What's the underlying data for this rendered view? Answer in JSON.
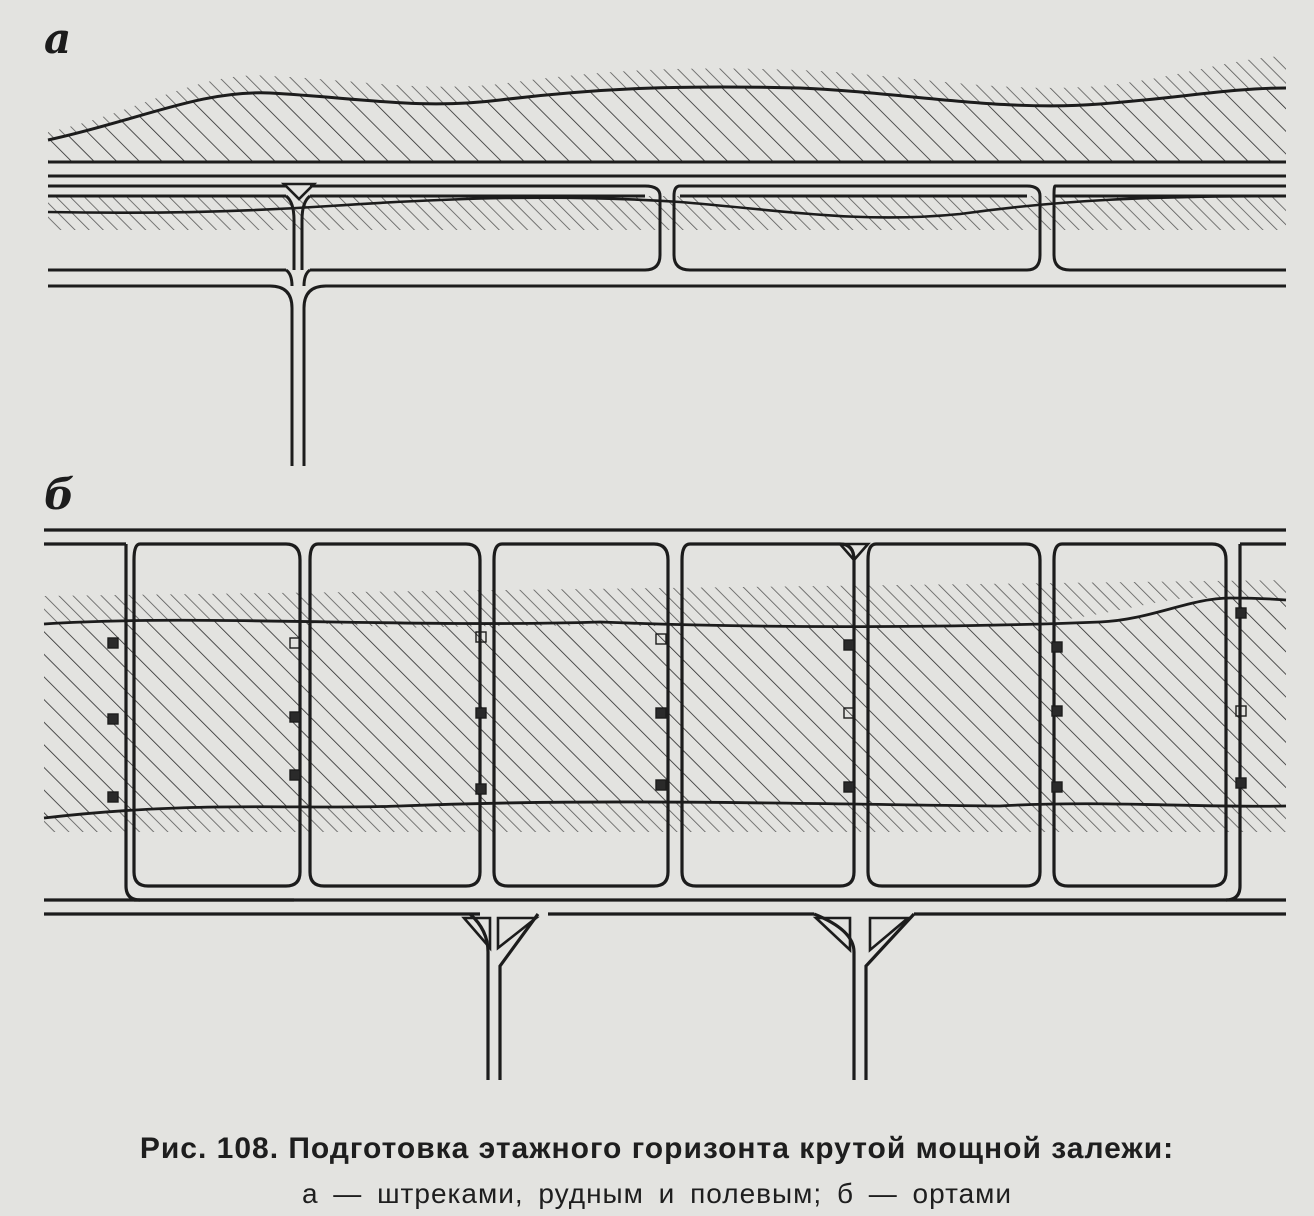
{
  "figure": {
    "panel_a_label": "а",
    "panel_b_label": "б",
    "caption_title": "Рис. 108. Подготовка этажного горизонта крутой мощной залежи:",
    "caption_sub": "а — штреками, рудным и полевым; б — ортами"
  },
  "colors": {
    "paper": "#e3e3e0",
    "ink": "#1c1c1c"
  }
}
